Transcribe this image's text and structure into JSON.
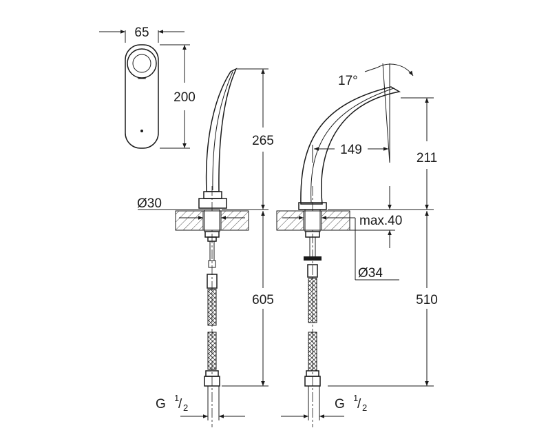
{
  "dimensions": {
    "width_top": "65",
    "height_top": "200",
    "spout_height": "265",
    "hole_diameter": "Ø30",
    "angle": "17°",
    "reach": "149",
    "spout_rise": "211",
    "max_thickness": "max.40",
    "nut_diameter": "Ø34",
    "hose_length_left": "605",
    "hose_length_right": "510",
    "thread_left": {
      "base": "G ",
      "num": "1",
      "den": "2"
    },
    "thread_right": {
      "base": "G ",
      "num": "1",
      "den": "2"
    }
  }
}
